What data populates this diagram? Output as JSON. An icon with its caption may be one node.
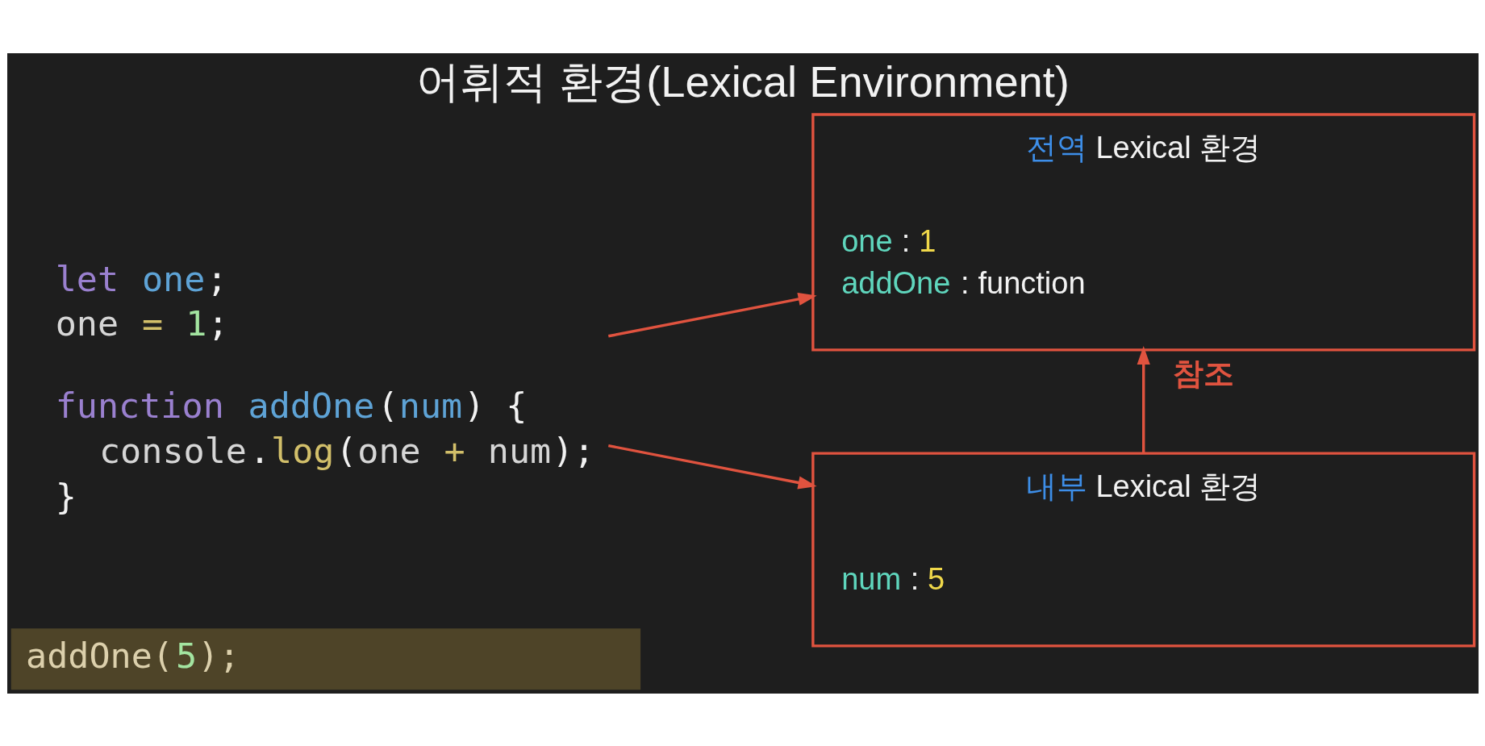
{
  "diagram": {
    "title": "어휘적 환경(Lexical Environment)",
    "nodes": [
      {
        "text": [
          "let one;",
          "one = 1;",
          "function addOne(num) {",
          "console.log(one + num);",
          "}"
        ]
      },
      {
        "text": [
          "addOne(5);"
        ]
      },
      {
        "text": [
          "전역 Lexical 환경",
          "one : 1",
          "addOne : function"
        ]
      },
      {
        "text": [
          "내부 Lexical 환경",
          "num : 5"
        ]
      }
    ],
    "edges": [
      {
        "from": 0,
        "to": 2,
        "arrow": "to"
      },
      {
        "from": 0,
        "to": 3,
        "arrow": "to"
      },
      {
        "from": 3,
        "to": 2,
        "arrow": "to",
        "label": "참조"
      }
    ]
  }
}
